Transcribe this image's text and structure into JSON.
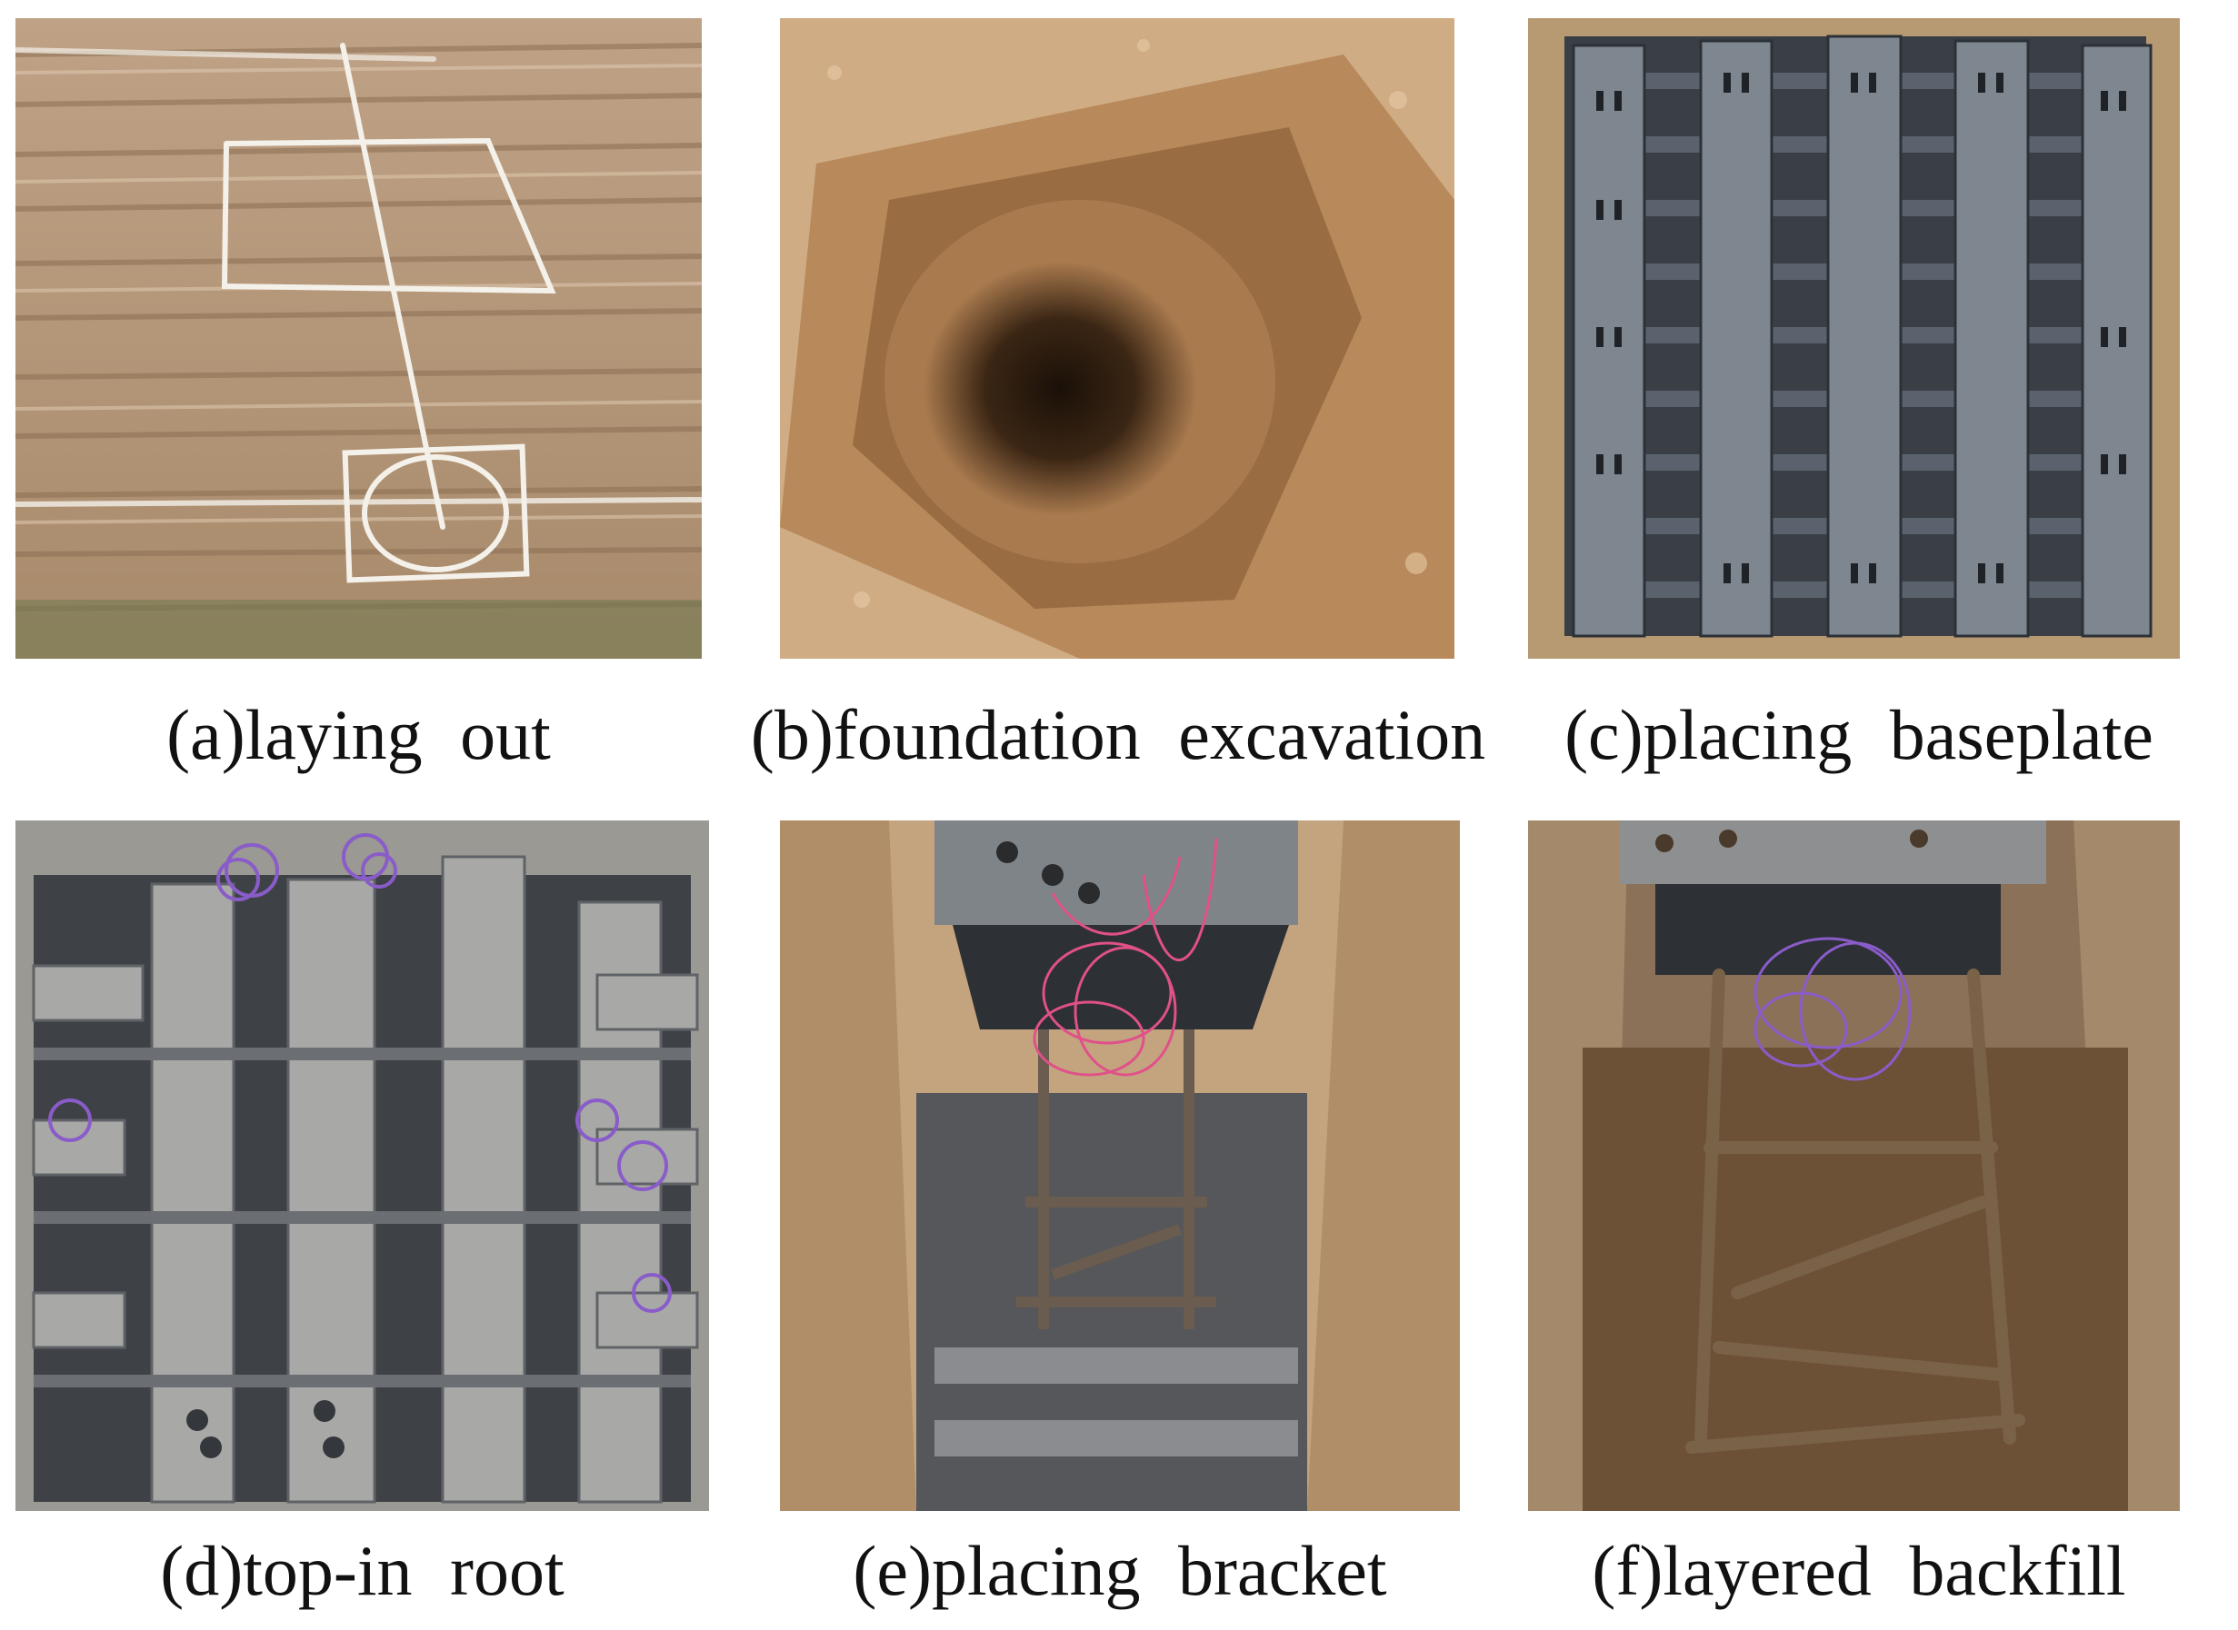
{
  "figure": {
    "panels": [
      {
        "id": "a",
        "caption": "(a)laying out"
      },
      {
        "id": "b",
        "caption": "(b)foundation excavation"
      },
      {
        "id": "c",
        "caption": "(c)placing baseplate"
      },
      {
        "id": "d",
        "caption": "(d)top-in root"
      },
      {
        "id": "e",
        "caption": "(e)placing bracket"
      },
      {
        "id": "f",
        "caption": "(f)layered backfill"
      }
    ]
  },
  "colors": {
    "soil_light": "#c9a27a",
    "soil_mid": "#a9855f",
    "soil_dark": "#6d5137",
    "steel_dark": "#3f4550",
    "steel_light": "#8a9098",
    "wire_pink": "#e0508a",
    "wire_purple": "#8a5cc9",
    "chalk": "#f4f1ea"
  }
}
